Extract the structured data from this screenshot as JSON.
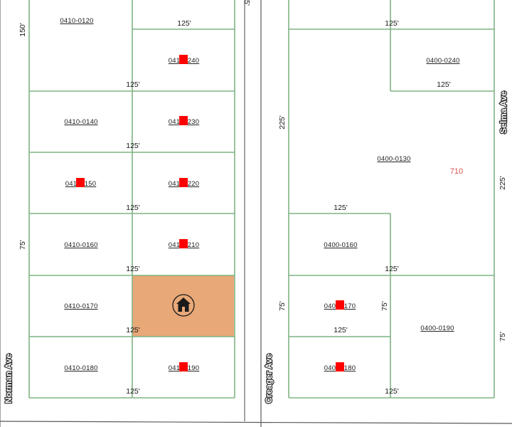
{
  "map": {
    "colors": {
      "parcel_lines": "#7fb383",
      "subject_parcel_fill": "#e8a877",
      "redaction_marker": "#ff0000",
      "address_number": "#d9534f"
    },
    "streets": {
      "norman": "Norman Ave",
      "creager": "Creager Ave",
      "selma": "Selma Ave"
    },
    "parcels_west": {
      "p0120": "0410-0120",
      "p0240": "041",
      "p0240_tail": "240",
      "p0140": "0410-0140",
      "p0230": "041",
      "p0230_tail": "230",
      "p0150": "041",
      "p0150_tail": "150",
      "p0220": "041",
      "p0220_tail": "220",
      "p0160": "0410-0160",
      "p0210": "041",
      "p0210_tail": "210",
      "p0170": "0410-0170",
      "p0180": "0410-0180",
      "p0190": "041",
      "p0190_tail": "190"
    },
    "parcels_east": {
      "p0240": "0400-0240",
      "p0130": "0400-0130",
      "p0160": "0400-0160",
      "p0170": "040",
      "p0170_tail": "170",
      "p0180": "040",
      "p0180_tail": "180",
      "p0190": "0400-0190"
    },
    "address_number": "710",
    "subject_icon": "home-icon",
    "dimensions": {
      "d150": "150'",
      "d125": "125'",
      "d75": "75'",
      "d225": "225'"
    }
  }
}
